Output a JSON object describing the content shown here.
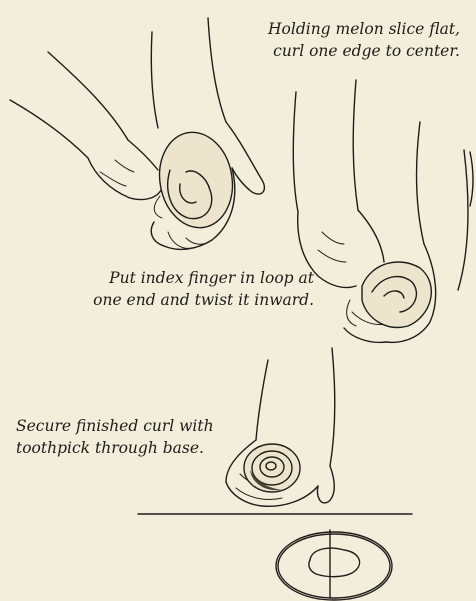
{
  "captions": {
    "step1": {
      "line1": "Holding melon slice flat,",
      "line2": "curl one edge to center."
    },
    "step2": {
      "line1": "Put index finger in loop at",
      "line2": "one end and twist it inward."
    },
    "step3": {
      "line1": "Secure finished curl with",
      "line2": "toothpick through base."
    }
  },
  "icons": [
    "hands-curling-melon-drawing",
    "hands-twisting-melon-drawing",
    "hand-holding-melon-curl-drawing",
    "melon-slice-ring-drawing"
  ]
}
